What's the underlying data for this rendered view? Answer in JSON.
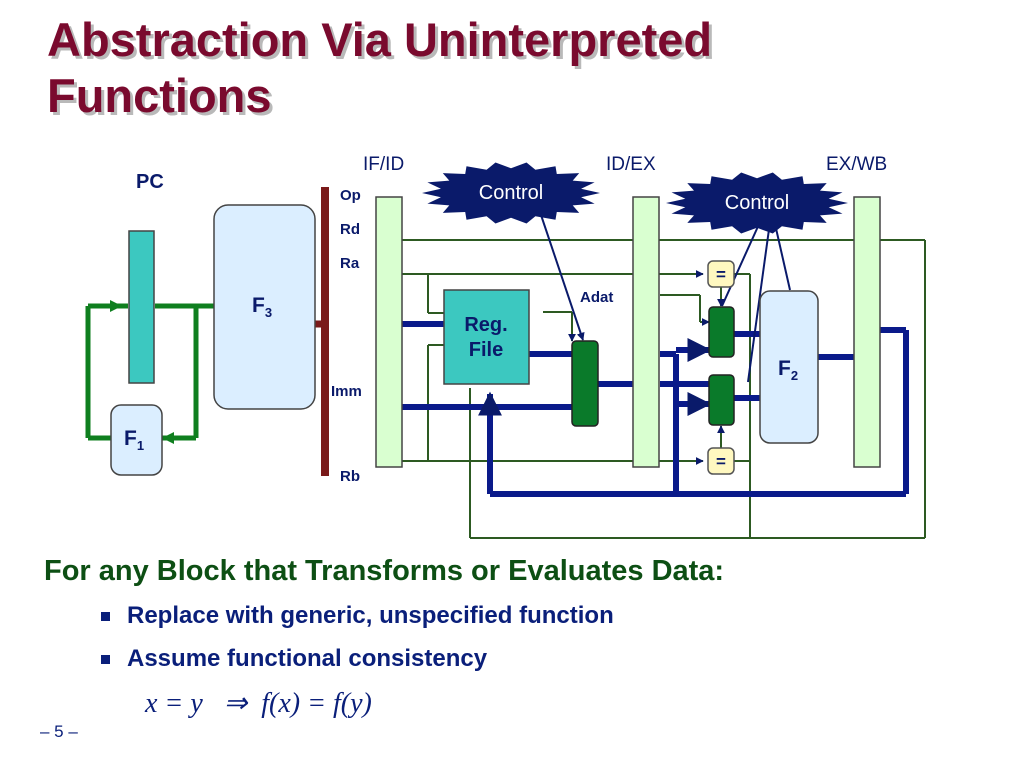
{
  "title": {
    "line1": "Abstraction Via Uninterpreted",
    "line2": "Functions"
  },
  "diagram": {
    "pc_label": "PC",
    "f1": {
      "name": "F",
      "sub": "1"
    },
    "f2": {
      "name": "F",
      "sub": "2"
    },
    "f3": {
      "name": "F",
      "sub": "3"
    },
    "stage_labels": [
      "IF/ID",
      "ID/EX",
      "EX/WB"
    ],
    "field_labels": [
      "Op",
      "Rd",
      "Ra",
      "Imm",
      "Rb"
    ],
    "control_labels": [
      "Control",
      "Control"
    ],
    "regfile_label": [
      "Reg.",
      "File"
    ],
    "adat_label": "Adat",
    "comparator_symbol": "="
  },
  "subheading": "For any Block that Transforms or Evaluates Data:",
  "bullets": [
    "Replace with generic, unspecified function",
    "Assume functional consistency"
  ],
  "formula": "x = y   ⇒  f(x) = f(y)",
  "page_number": "– 5 –",
  "colors": {
    "title": "#7a0a2e",
    "subheading": "#0d4f14",
    "body_text": "#0a1f7a",
    "wire_blue": "#0a1a8a",
    "wire_green": "#0f7f1f",
    "control_fill": "#0a1a6a",
    "pc_fill": "#3cc8c0",
    "mux_fill": "#0a7a2a"
  }
}
